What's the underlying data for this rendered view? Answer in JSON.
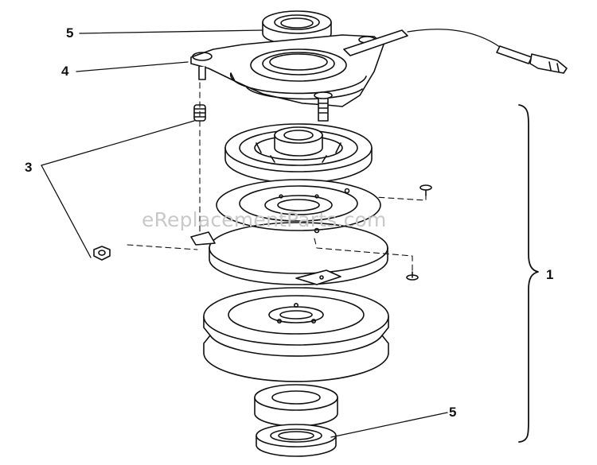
{
  "labels": {
    "bearing_top": "5",
    "housing": "4",
    "hardware": "3",
    "assembly": "1",
    "bearing_bottom": "5"
  },
  "watermark": "eReplacementParts.com"
}
